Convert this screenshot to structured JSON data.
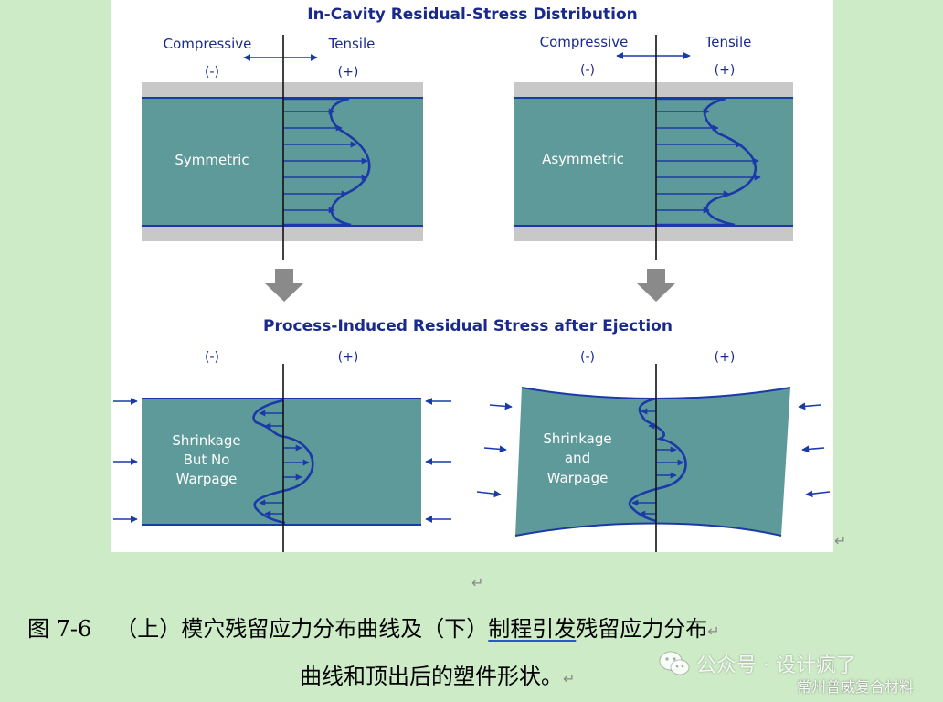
{
  "figure": {
    "top_title": "In-Cavity Residual-Stress Distribution",
    "bottom_title": "Process-Induced Residual Stress after Ejection",
    "compressive": "Compressive",
    "tensile": "Tensile",
    "minus": "(-)",
    "plus": "(+)",
    "symmetric": "Symmetric",
    "asymmetric": "Asymmetric",
    "shrink_nowarp": [
      "Shrinkage",
      "But No",
      "Warpage"
    ],
    "shrink_warp": [
      "Shrinkage",
      "and",
      "Warpage"
    ],
    "colors": {
      "part_fill": "#5f9a9a",
      "mold_wall": "#c8c8c8",
      "title_text": "#1a2a8c",
      "stress_curve": "#1a3aa8",
      "arrow_down": "#8a8a8a"
    }
  },
  "caption": {
    "number": "图 7-6",
    "line1_a": "（上）模穴残留应力分布曲线及（下）",
    "line1_link": "制程引发",
    "line1_b": "残留应力分布",
    "line2": "曲线和顶出后的塑件形状。",
    "return_mark": "↵"
  },
  "watermark": {
    "icon": "wechat-icon",
    "text": "公众号 · 设计疯了",
    "company": "常州普威复合材料"
  }
}
